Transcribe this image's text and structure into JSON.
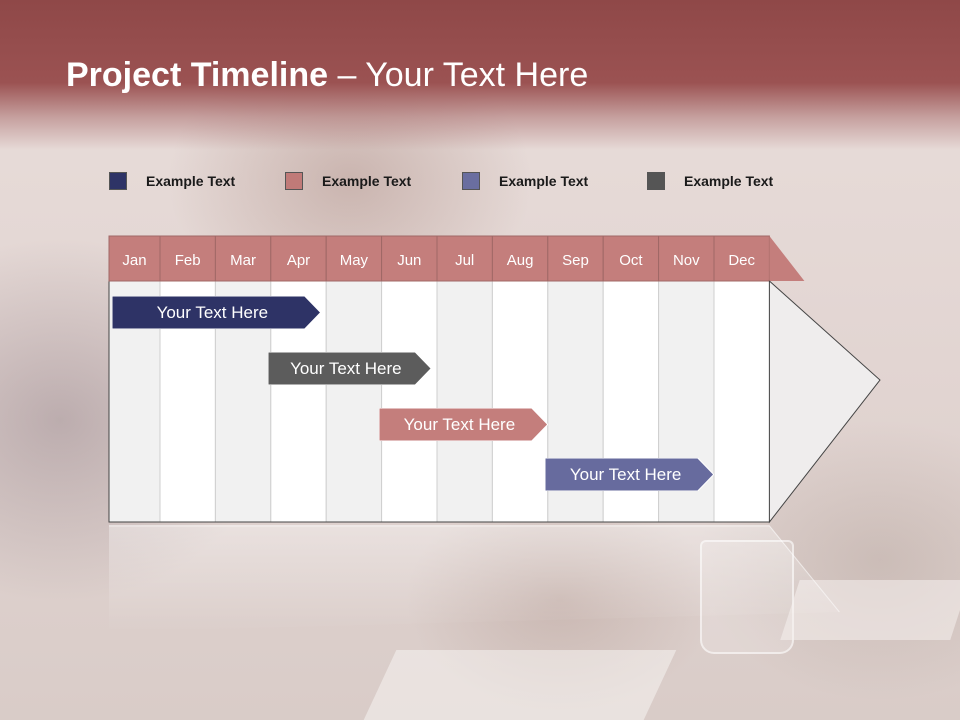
{
  "title": {
    "strong": "Project Timeline",
    "rest": " – Your Text Here"
  },
  "legend": [
    {
      "label": "Example Text",
      "color": "#2e3366"
    },
    {
      "label": "Example Text",
      "color": "#c07a78"
    },
    {
      "label": "Example Text",
      "color": "#6a6ea0"
    },
    {
      "label": "Example Text",
      "color": "#555555"
    }
  ],
  "chart_data": {
    "type": "gantt",
    "months": [
      "Jan",
      "Feb",
      "Mar",
      "Apr",
      "May",
      "Jun",
      "Jul",
      "Aug",
      "Sep",
      "Oct",
      "Nov",
      "Dec"
    ],
    "tasks": [
      {
        "label": "Your  Text Here",
        "start_month": 1,
        "end_month": 4.9,
        "color": "#2e3366"
      },
      {
        "label": "Your  Text Here",
        "start_month": 3.9,
        "end_month": 6.9,
        "color": "#5c5c5c"
      },
      {
        "label": "Your  Text Here",
        "start_month": 5.9,
        "end_month": 9.0,
        "color": "#c47e7c"
      },
      {
        "label": "Your  Text Here",
        "start_month": 8.9,
        "end_month": 12.0,
        "color": "#676b9e"
      }
    ]
  },
  "colors": {
    "header": "#9b5252",
    "month_header": "#c47e7c",
    "column_dark": "#f1f1f1",
    "column_light": "#ffffff"
  }
}
